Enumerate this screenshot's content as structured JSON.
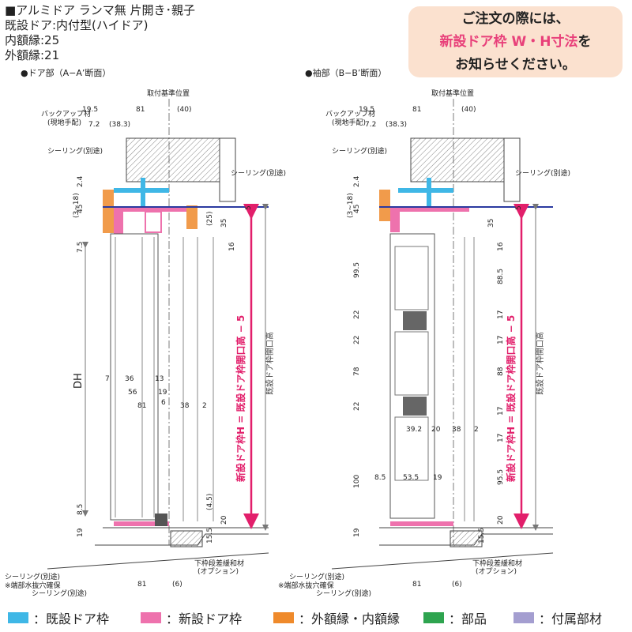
{
  "header": {
    "line1": "■アルミドア ランマ無 片開き･親子",
    "line2": "既設ドア:内付型(ハイドア)",
    "line3": "内額縁:25",
    "line4": "外額縁:21"
  },
  "notice": {
    "line1": "ご注文の際には、",
    "line2_pink": "新設ドア枠 W・H寸法",
    "line2_tail": "を",
    "line3": "お知らせください。"
  },
  "sections": {
    "left": "●ドア部（A−A’断面）",
    "right": "●袖部（B−B’断面）"
  },
  "labels": {
    "ref_position": "取付基準位置",
    "backup": "バックアップ材",
    "backup_sub": "(現地手配)",
    "sealing": "シーリング(別途)",
    "drain": "※端部水抜穴確保",
    "threshold": "下枠段差緩和材",
    "threshold_sub": "(オプション)",
    "new_height": "新設ドア枠H = 既設ドア枠開口高 − 5",
    "existing_height": "既設ドア枠開口高",
    "dh": "DH"
  },
  "dims_left": {
    "top": [
      "19.5",
      "81",
      "(40)",
      "7.2",
      "(38.3)"
    ],
    "left": [
      "2.4",
      "(3~18)",
      "45",
      "7.5",
      "8.5",
      "19"
    ],
    "right": [
      "5",
      "(25)",
      "16",
      "35",
      "(4.5)",
      "20",
      "15.5"
    ],
    "inner": [
      "7",
      "36",
      "13",
      "56",
      "19",
      "81",
      "6",
      "38",
      "2"
    ],
    "bottom": [
      "81",
      "(6)"
    ]
  },
  "dims_right": {
    "top": [
      "19.5",
      "81",
      "(40)",
      "7.2",
      "(38.3)"
    ],
    "left": [
      "2.4",
      "(3~18)",
      "45",
      "99.5",
      "22",
      "22",
      "78",
      "22",
      "100",
      "19"
    ],
    "right": [
      "5",
      "16",
      "35",
      "88.5",
      "17",
      "17",
      "88",
      "17",
      "17",
      "95.5",
      "20",
      "15.5"
    ],
    "inner": [
      "39.2",
      "20",
      "38",
      "2",
      "8.5",
      "53.5",
      "19"
    ],
    "bottom": [
      "81",
      "(6)"
    ]
  },
  "legend": [
    {
      "label": "：既設ドア枠",
      "color": "#3fb7e6"
    },
    {
      "label": "：新設ドア枠",
      "color": "#ee72ad"
    },
    {
      "label": "：外額縁・内額縁",
      "color": "#ef8a2b"
    },
    {
      "label": "：部品",
      "color": "#2ea44f"
    },
    {
      "label": "：付属部材",
      "color": "#a49ed0"
    }
  ],
  "colors": {
    "accent_pink": "#e21f6b",
    "line_blue": "#2a3aa0"
  }
}
